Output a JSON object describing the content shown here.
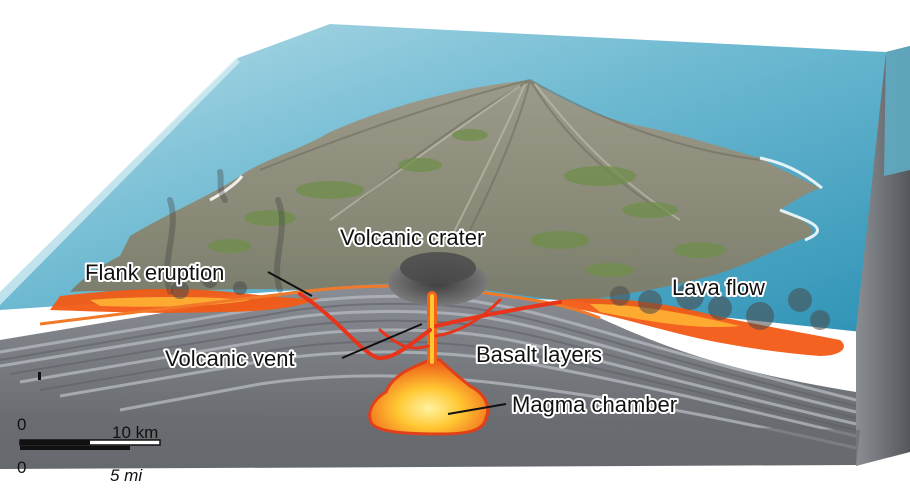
{
  "labels": {
    "volcanic_crater": "Volcanic crater",
    "flank_eruption": "Flank eruption",
    "lava_flow": "Lava flow",
    "volcanic_vent": "Volcanic vent",
    "basalt_layers": "Basalt layers",
    "magma_chamber": "Magma chamber"
  },
  "scale_bar": {
    "km_zero": "0",
    "km_value": "10 km",
    "mi_zero": "0",
    "mi_value": "5 mi"
  },
  "colors": {
    "ocean": "#4aa7c4",
    "ocean_light": "#a9d6e2",
    "mountain": "#8e8d7c",
    "vegetation": "#6f8f4a",
    "rock_layers": "#8a8f96",
    "lava": "#f25a14",
    "magma": "#ffd23a",
    "block_side": "#727378"
  }
}
